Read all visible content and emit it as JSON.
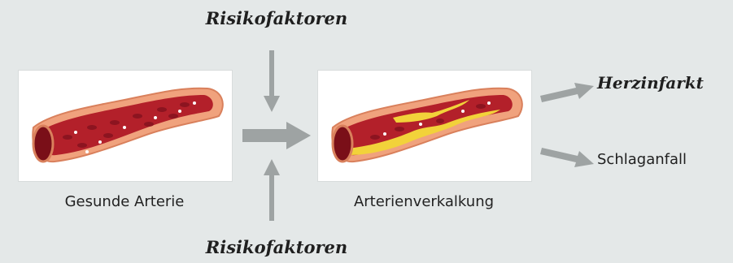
{
  "top_label": "Risikofaktoren",
  "bottom_label": "Risikofaktoren",
  "healthy": {
    "caption": "Gesunde Arterie"
  },
  "diseased": {
    "caption": "Arterienverkalkung"
  },
  "outcomes": [
    {
      "label": "Herzinfarkt",
      "emphasis": "bold-italic"
    },
    {
      "label": "Schlaganfall",
      "emphasis": "regular"
    }
  ],
  "colors": {
    "background": "#e4e8e8",
    "arrow": "#9ea3a3",
    "artery_wall": "#f0a27d",
    "blood": "#b3202a",
    "blood_cell": "#8c1420",
    "plaque": "#f2d23a"
  }
}
